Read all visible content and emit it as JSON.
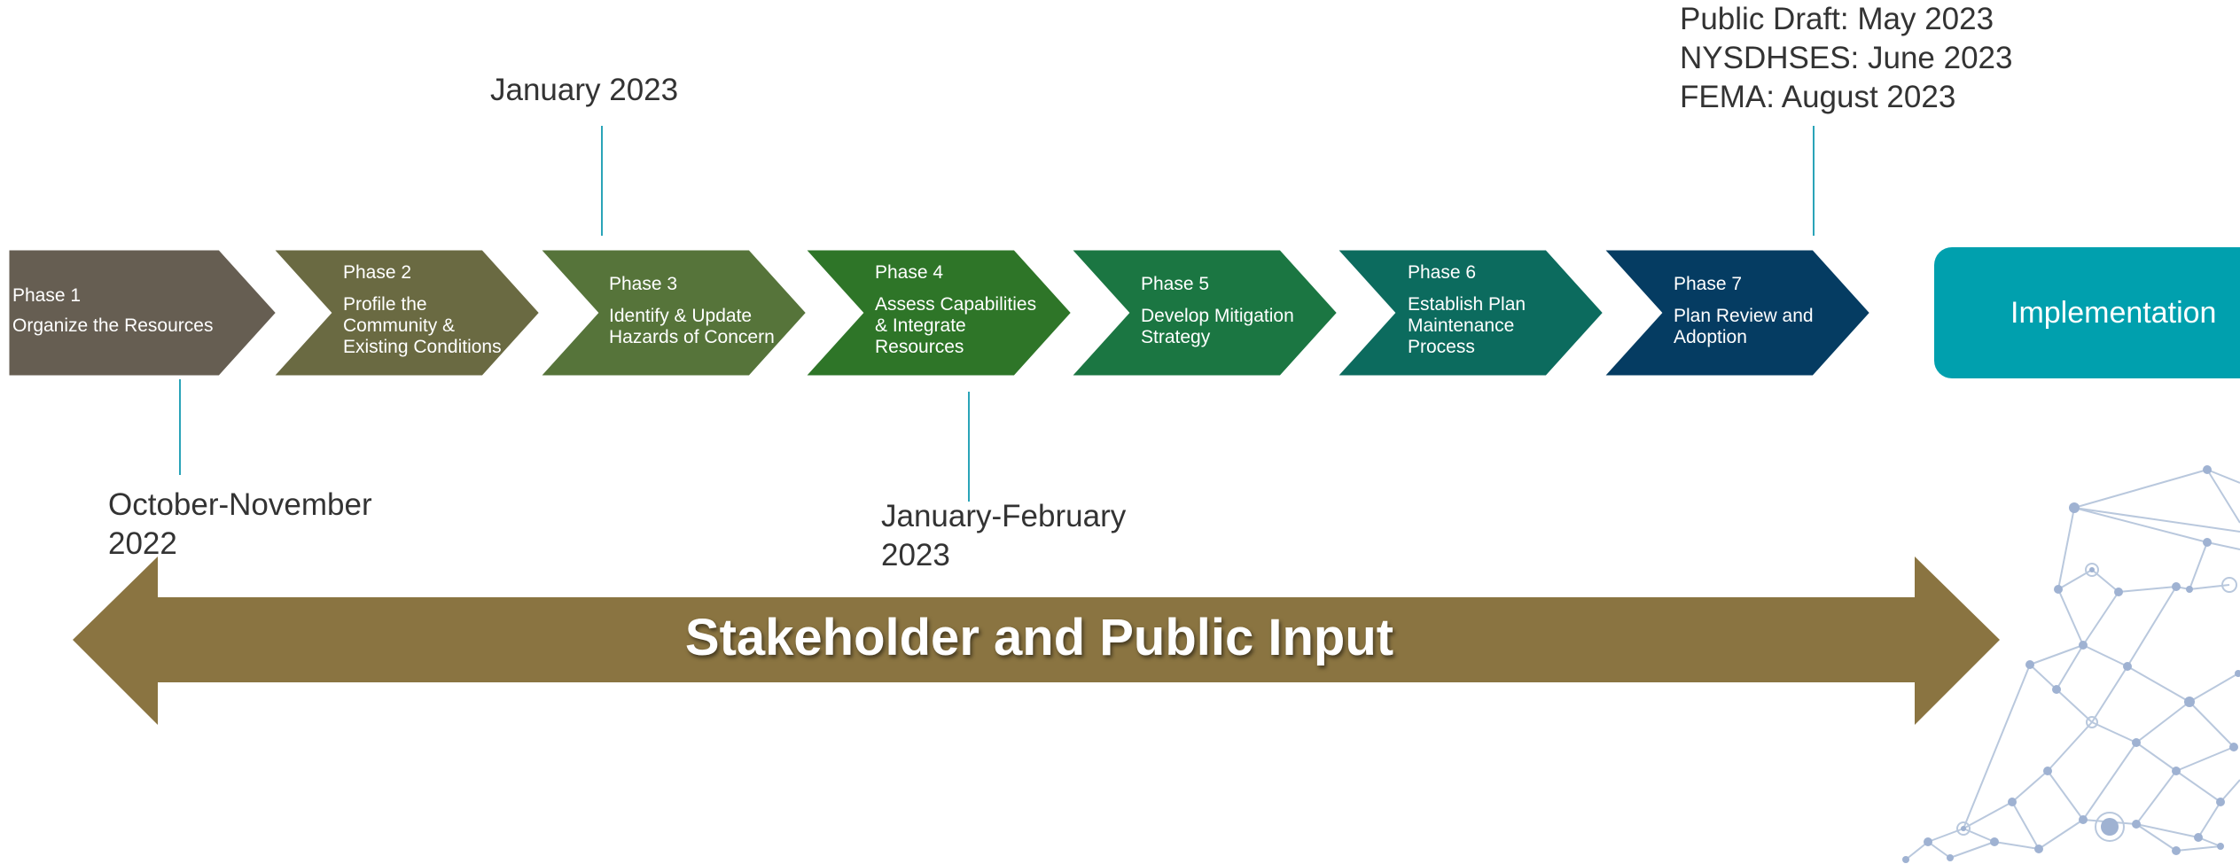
{
  "phases": [
    {
      "phase": "Phase 1",
      "desc": "Organize the Resources",
      "color": "#665e52"
    },
    {
      "phase": "Phase 2",
      "desc": "Profile the\nCommunity &\nExisting Conditions",
      "color": "#6a6a42"
    },
    {
      "phase": "Phase 3",
      "desc": "Identify & Update\nHazards of Concern",
      "color": "#56743a"
    },
    {
      "phase": "Phase 4",
      "desc": "Assess Capabilities\n& Integrate\nResources",
      "color": "#2e7528"
    },
    {
      "phase": "Phase 5",
      "desc": "Develop Mitigation\nStrategy",
      "color": "#1b7642"
    },
    {
      "phase": "Phase 6",
      "desc": "Establish Plan\nMaintenance\nProcess",
      "color": "#0c6b5e"
    },
    {
      "phase": "Phase 7",
      "desc": "Plan Review and\nAdoption",
      "color": "#053c62"
    }
  ],
  "milestones": {
    "phase1": "October-November\n2022",
    "phase3": "January 2023",
    "phase4": "January-February\n2023",
    "phase7": "Public Draft: May 2023\nNYSDHSES: June 2023\nFEMA: August 2023"
  },
  "implementation": {
    "label": "Implementation",
    "color": "#00a0ae"
  },
  "banner": {
    "label": "Stakeholder and Public Input",
    "color": "#8a7441"
  },
  "accent_color": "#2aa4b8"
}
